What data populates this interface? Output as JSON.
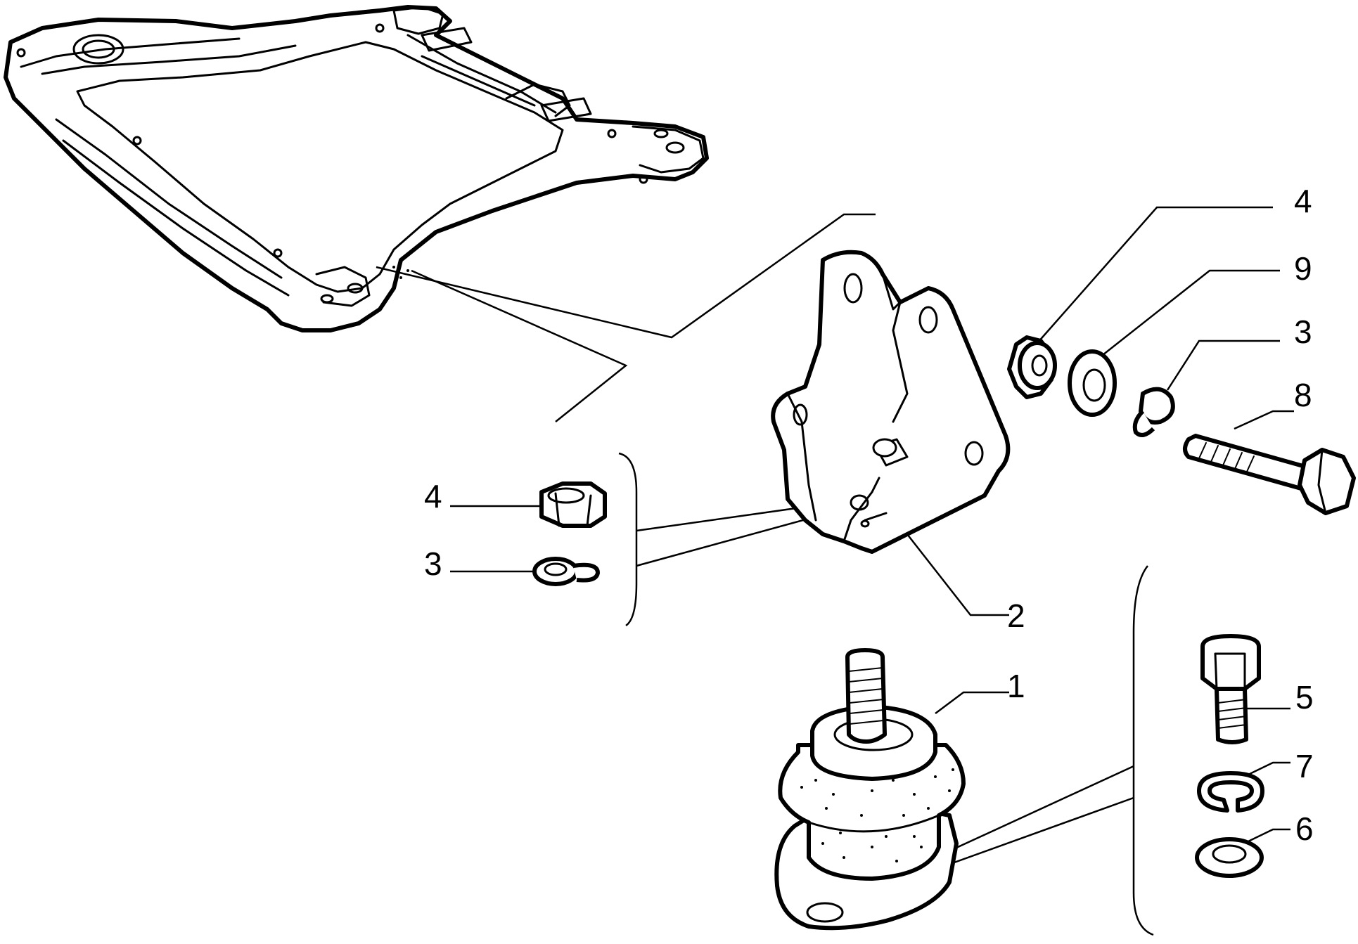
{
  "callouts": {
    "c1": "1",
    "c2": "2",
    "c3_left": "3",
    "c3_right": "3",
    "c4_left": "4",
    "c4_right": "4",
    "c5": "5",
    "c6": "6",
    "c7": "7",
    "c8": "8",
    "c9": "9"
  }
}
